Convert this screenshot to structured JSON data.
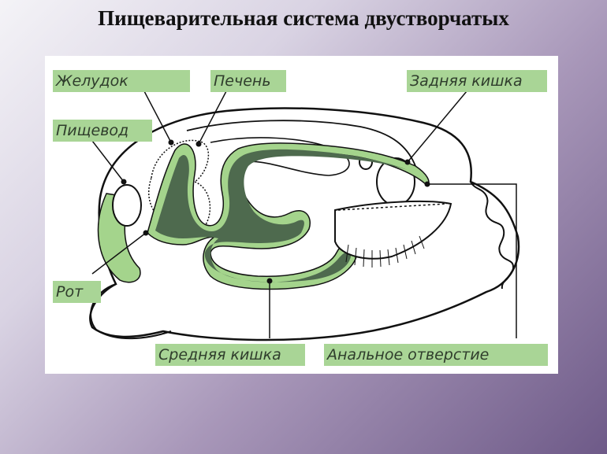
{
  "slide": {
    "title": "Пищеварительная система двустворчатых"
  },
  "diagram": {
    "labels": {
      "stomach": "Желудок",
      "liver": "Печень",
      "esophagus": "Пищевод",
      "mouth": "Рот",
      "hindgut": "Задняя кишка",
      "midgut": "Средняя кишка",
      "anus": "Анальное отверстие"
    },
    "colors": {
      "gut_fill": "#4e6a4e",
      "gut_outline": "#a4d48c",
      "label_bg": "#a9d596",
      "outline": "#111111"
    }
  }
}
